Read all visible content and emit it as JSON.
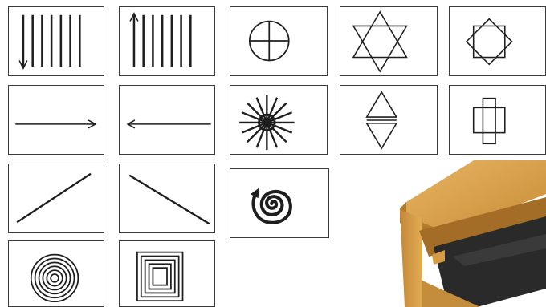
{
  "cards": [
    {
      "pattern": "vertical-lines-arrow-down"
    },
    {
      "pattern": "vertical-lines-arrow-up"
    },
    {
      "pattern": "circle-cross"
    },
    {
      "pattern": "star-of-david"
    },
    {
      "pattern": "rotated-squares"
    },
    {
      "pattern": "arrow-right"
    },
    {
      "pattern": "arrow-left"
    },
    {
      "pattern": "starburst"
    },
    {
      "pattern": "split-triangles"
    },
    {
      "pattern": "cross-of-rectangles"
    },
    {
      "pattern": "diagonal-rising"
    },
    {
      "pattern": "diagonal-falling"
    },
    {
      "pattern": "spiral"
    },
    {
      "pattern": "concentric-circles"
    },
    {
      "pattern": "concentric-squares"
    }
  ],
  "colors": {
    "ink": "#1e1e1e",
    "border": "#3a3a3a",
    "wood": "#d9a24c",
    "tray": "#2a2a2a"
  }
}
